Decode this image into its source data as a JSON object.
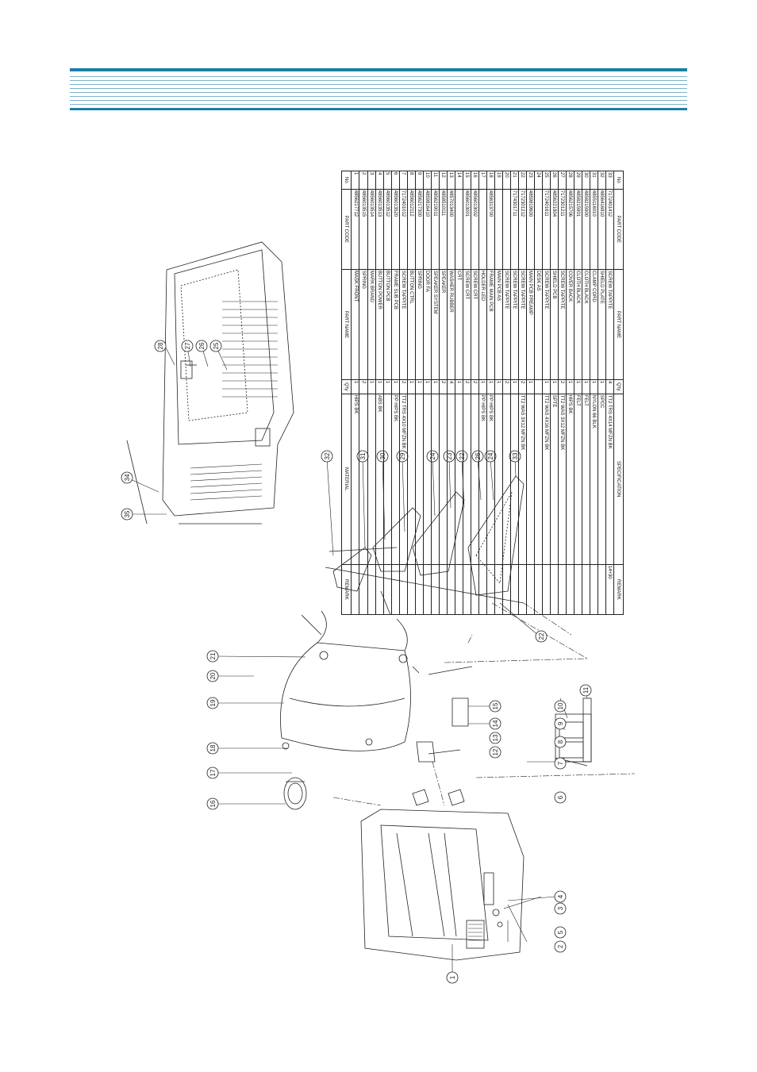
{
  "parts_table": {
    "header": {
      "no": "No",
      "part_code": "PART CODE",
      "part_name": "PART NAME",
      "qty": "Q'ty",
      "spec": "SPECIFICATION",
      "remark": "REMARK"
    },
    "rows": [
      {
        "no": "33",
        "code": "7172401412",
        "name": "SCREW TAPPITE",
        "qty": "4",
        "spec": "TT2 TRS 4X14 MFZN BK",
        "remark": "14+30"
      },
      {
        "no": "32",
        "code": "4856416810",
        "name": "SHIELD PLATE",
        "qty": "1",
        "spec": "SPCC",
        "remark": ""
      },
      {
        "no": "31",
        "code": "4855116010",
        "name": "CLAMP CORD",
        "qty": "1",
        "spec": "NYLON 66 BLK",
        "remark": ""
      },
      {
        "no": "30",
        "code": "4858215900",
        "name": "CLOTH BLACK",
        "qty": "1",
        "spec": "FELT",
        "remark": ""
      },
      {
        "no": "29",
        "code": "4858215901",
        "name": "CLOTH BLACK",
        "qty": "1",
        "spec": "FELT",
        "remark": ""
      },
      {
        "no": "28",
        "code": "4856215706",
        "name": "COVER BACK",
        "qty": "1",
        "spec": "HIPS BK",
        "remark": ""
      },
      {
        "no": "27",
        "code": "7172301211",
        "name": "SCREW TAPPITE",
        "qty": "2",
        "spec": "TT2 WAS 3X12 MFZN BK",
        "remark": ""
      },
      {
        "no": "26",
        "code": "4856221804",
        "name": "SHIELD PCB",
        "qty": "1",
        "spec": "SPTE",
        "remark": ""
      },
      {
        "no": "25",
        "code": "7172401611",
        "name": "SCREW TAPPITE",
        "qty": "1",
        "spec": "TT2 WAS 4X16 MFZN BK",
        "remark": ""
      },
      {
        "no": "24",
        "code": "",
        "name": "DESK AS",
        "qty": "",
        "spec": "",
        "remark": ""
      },
      {
        "no": "23",
        "code": "4859819600",
        "name": "MAIN PCB PREAMP",
        "qty": "1",
        "spec": "",
        "remark": ""
      },
      {
        "no": "22",
        "code": "7172301212",
        "name": "SCREW TAPPITE",
        "qty": "2",
        "spec": "TT2 WAS 3X12 MFZN BK",
        "remark": ""
      },
      {
        "no": "21",
        "code": "7174301711",
        "name": "SCREW TAPPITE",
        "qty": "1",
        "spec": "",
        "remark": ""
      },
      {
        "no": "20",
        "code": "",
        "name": "SCREW TAPPITE",
        "qty": "2",
        "spec": "",
        "remark": ""
      },
      {
        "no": "19",
        "code": "",
        "name": "MAIN PCB AS",
        "qty": "1",
        "spec": "",
        "remark": ""
      },
      {
        "no": "18",
        "code": "4856313700",
        "name": "FRAME MAIN PCB",
        "qty": "1",
        "spec": "PP HIPS BK",
        "remark": ""
      },
      {
        "no": "17",
        "code": "",
        "name": "HOLDER LED",
        "qty": "1",
        "spec": "PP HIPS BK",
        "remark": ""
      },
      {
        "no": "16",
        "code": "4856013002",
        "name": "SCREW CRT",
        "qty": "2",
        "spec": "",
        "remark": ""
      },
      {
        "no": "15",
        "code": "4856013001",
        "name": "SCREW CRT",
        "qty": "2",
        "spec": "",
        "remark": ""
      },
      {
        "no": "14",
        "code": "",
        "name": "CRT",
        "qty": "1",
        "spec": "",
        "remark": ""
      },
      {
        "no": "13",
        "code": "4857013400",
        "name": "WASHER RUBBER",
        "qty": "4",
        "spec": "",
        "remark": ""
      },
      {
        "no": "12",
        "code": "4858510111",
        "name": "SPEAKER",
        "qty": "2",
        "spec": "",
        "remark": ""
      },
      {
        "no": "11",
        "code": "4856219011",
        "name": "SPEAKER SYSTEM",
        "qty": "1",
        "spec": "",
        "remark": ""
      },
      {
        "no": "10",
        "code": "4859816410",
        "name": "DOOR FA",
        "qty": "1",
        "spec": "",
        "remark": ""
      },
      {
        "no": "9",
        "code": "4856217300",
        "name": "SPRING",
        "qty": "1",
        "spec": "",
        "remark": ""
      },
      {
        "no": "8",
        "code": "4856012112",
        "name": "BUTTON CTRL",
        "qty": "1",
        "spec": "",
        "remark": ""
      },
      {
        "no": "7",
        "code": "7172401012",
        "name": "SCREW TAPPITE",
        "qty": "2",
        "spec": "TT2 TRS 4X10 MFZN BK",
        "remark": ""
      },
      {
        "no": "6",
        "code": "4856013520",
        "name": "FRAME SUB PCB",
        "qty": "1",
        "spec": "PP HIPS BK",
        "remark": ""
      },
      {
        "no": "5",
        "code": "4856013512",
        "name": "BUTTON PCB",
        "qty": "1",
        "spec": "",
        "remark": ""
      },
      {
        "no": "4",
        "code": "4856013513",
        "name": "BUTTON POWER",
        "qty": "1",
        "spec": "ABS BK",
        "remark": ""
      },
      {
        "no": "3",
        "code": "4856013514",
        "name": "MARK BRAND",
        "qty": "1",
        "spec": "",
        "remark": ""
      },
      {
        "no": "2",
        "code": "4856013515",
        "name": "SPRING",
        "qty": "2",
        "spec": "",
        "remark": ""
      },
      {
        "no": "1",
        "code": "4856217712",
        "name": "MASK FRONT",
        "qty": "1",
        "spec": "HIPS BK",
        "remark": ""
      }
    ],
    "footer": {
      "no": "No",
      "part_code": "PART CODE",
      "part_name": "PART NAME",
      "qty": "Q'ty",
      "spec": "MATERIAL",
      "remark": "REMARK"
    }
  },
  "callouts": [
    "1",
    "2",
    "3",
    "4",
    "5",
    "6",
    "7",
    "8",
    "9",
    "10",
    "11",
    "12",
    "13",
    "14",
    "15",
    "16",
    "17",
    "18",
    "19",
    "20",
    "21",
    "22",
    "23",
    "24",
    "25",
    "26",
    "27",
    "28",
    "29",
    "30",
    "31",
    "32",
    "33",
    "34",
    "35"
  ]
}
